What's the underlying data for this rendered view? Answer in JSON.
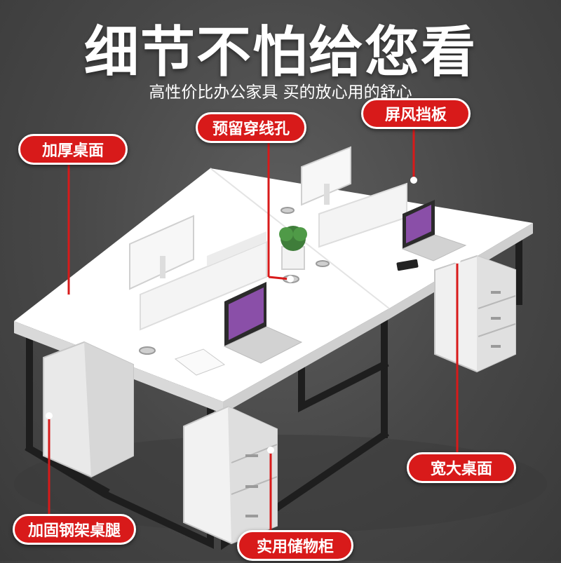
{
  "title": "细节不怕给您看",
  "subtitle": "高性价比办公家具 买的放心用的舒心",
  "labels": {
    "thick_top": "加厚桌面",
    "cable_hole": "预留穿线孔",
    "screen_panel": "屏风挡板",
    "wide_top": "宽大桌面",
    "steel_legs": "加固钢架桌腿",
    "cabinet": "实用储物柜"
  },
  "colors": {
    "accent_red": "#d81a1a",
    "background": "#474747",
    "desk_top": "#ffffff",
    "frame": "#1e1e1e"
  }
}
